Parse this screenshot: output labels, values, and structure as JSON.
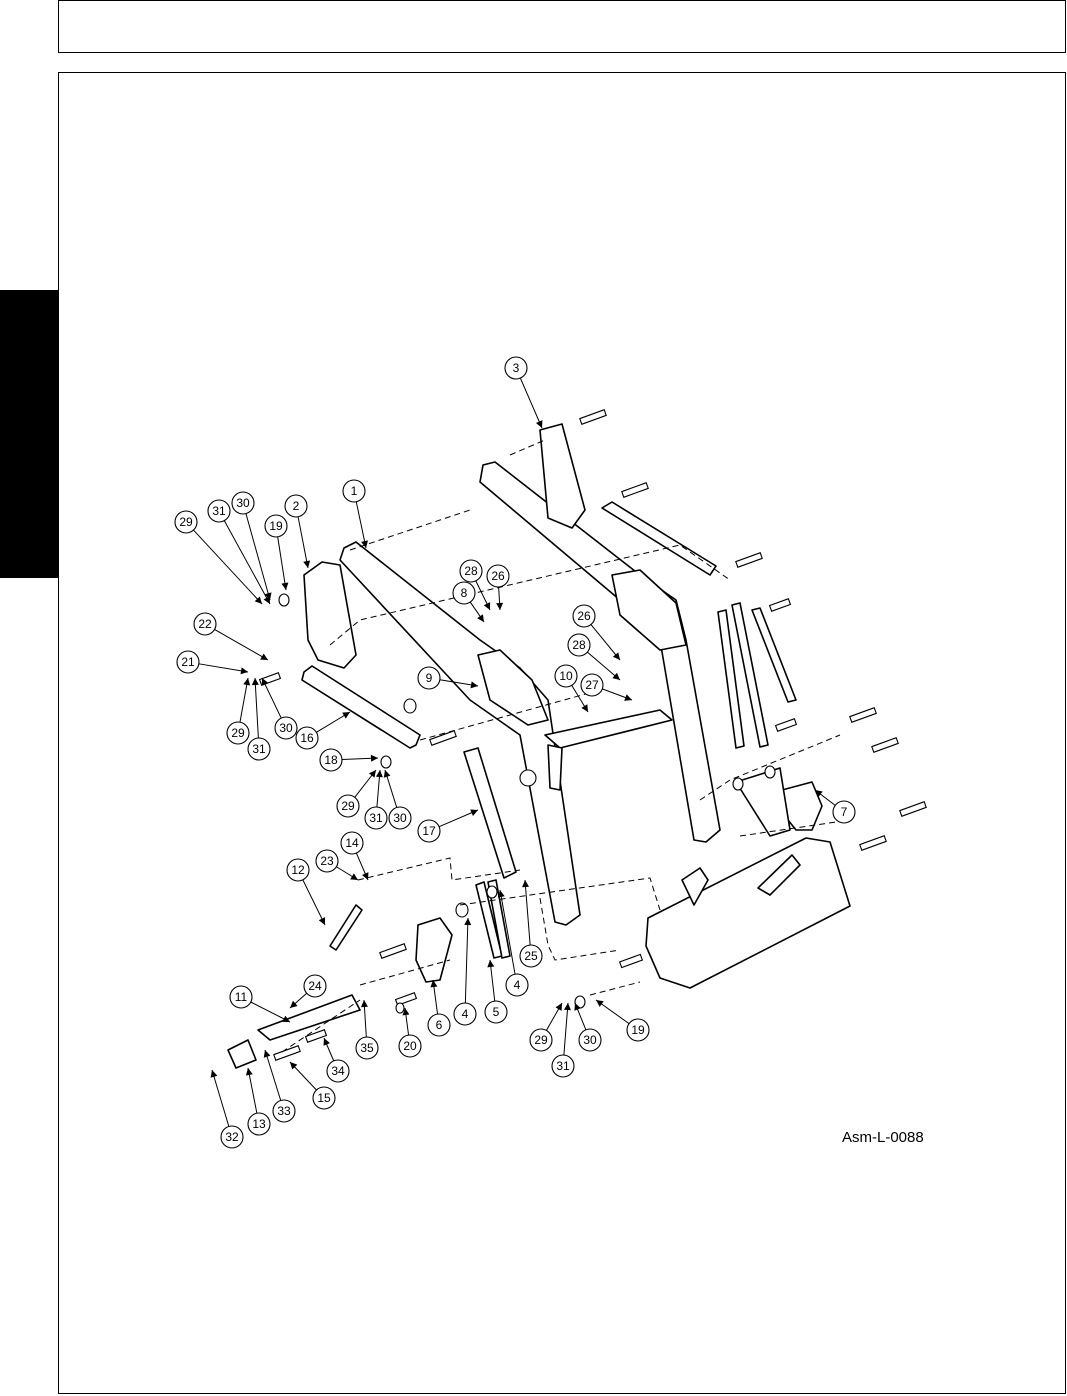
{
  "header": {
    "text": ""
  },
  "diagram": {
    "drawing_id": "Asm-L-0088",
    "callouts": [
      {
        "label": "1"
      },
      {
        "label": "2"
      },
      {
        "label": "3"
      },
      {
        "label": "4"
      },
      {
        "label": "4"
      },
      {
        "label": "5"
      },
      {
        "label": "6"
      },
      {
        "label": "7"
      },
      {
        "label": "8"
      },
      {
        "label": "9"
      },
      {
        "label": "10"
      },
      {
        "label": "11"
      },
      {
        "label": "12"
      },
      {
        "label": "13"
      },
      {
        "label": "14"
      },
      {
        "label": "15"
      },
      {
        "label": "16"
      },
      {
        "label": "17"
      },
      {
        "label": "18"
      },
      {
        "label": "19"
      },
      {
        "label": "19"
      },
      {
        "label": "20"
      },
      {
        "label": "21"
      },
      {
        "label": "22"
      },
      {
        "label": "23"
      },
      {
        "label": "24"
      },
      {
        "label": "25"
      },
      {
        "label": "26"
      },
      {
        "label": "26"
      },
      {
        "label": "27"
      },
      {
        "label": "28"
      },
      {
        "label": "28"
      },
      {
        "label": "29"
      },
      {
        "label": "29"
      },
      {
        "label": "29"
      },
      {
        "label": "29"
      },
      {
        "label": "30"
      },
      {
        "label": "30"
      },
      {
        "label": "30"
      },
      {
        "label": "30"
      },
      {
        "label": "31"
      },
      {
        "label": "31"
      },
      {
        "label": "31"
      },
      {
        "label": "31"
      },
      {
        "label": "32"
      },
      {
        "label": "33"
      },
      {
        "label": "34"
      },
      {
        "label": "35"
      }
    ]
  }
}
